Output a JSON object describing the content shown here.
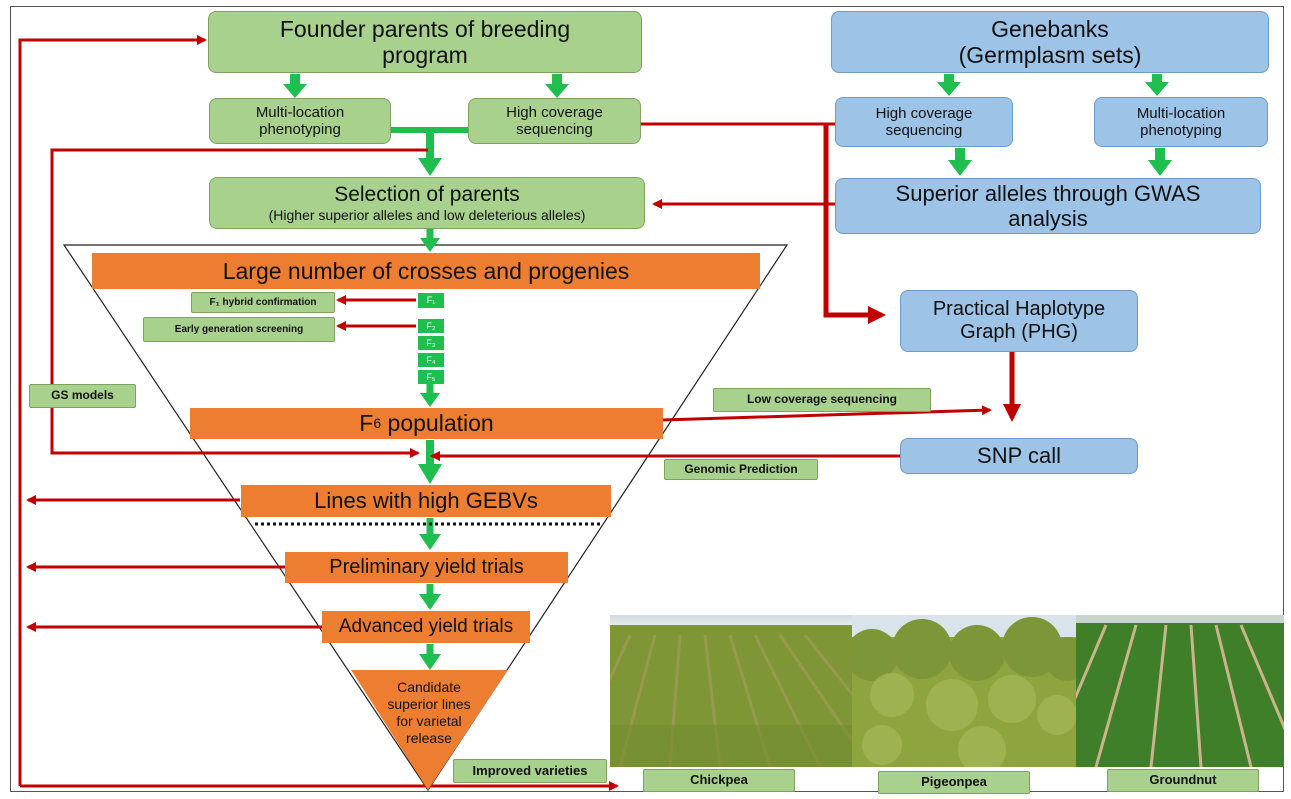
{
  "founder": {
    "line1": "Founder parents of breeding",
    "line2": "program"
  },
  "founder_pheno": {
    "line1": "Multi-location",
    "line2": "phenotyping"
  },
  "founder_seq": {
    "line1": "High coverage",
    "line2": "sequencing"
  },
  "genebanks": {
    "line1": "Genebanks",
    "line2": "(Germplasm sets)"
  },
  "gene_seq": {
    "line1": "High coverage",
    "line2": "sequencing"
  },
  "gene_pheno": {
    "line1": "Multi-location",
    "line2": "phenotyping"
  },
  "selection": {
    "title": "Selection of parents",
    "subtitle": "(Higher superior alleles and low deleterious alleles)"
  },
  "gwas": {
    "line1": "Superior alleles through GWAS",
    "line2": "analysis"
  },
  "crosses": "Large number of crosses and progenies",
  "f1_confirm": "F₁ hybrid confirmation",
  "early_screen": "Early generation screening",
  "generations": [
    "F₁",
    "F₂",
    "F₃",
    "F₄",
    "F₅"
  ],
  "phg": {
    "line1": "Practical Haplotype",
    "line2": "Graph (PHG)"
  },
  "gs_models": "GS models",
  "low_cov": "Low coverage sequencing",
  "f6_pop": {
    "prefix": "F",
    "sub": "6",
    "suffix": " population"
  },
  "snp": "SNP call",
  "genomic_pred": "Genomic Prediction",
  "gebv": "Lines with high GEBVs",
  "pyt": "Preliminary yield trials",
  "ayt": "Advanced yield trials",
  "candidate": [
    "Candidate",
    "superior lines",
    "for varietal",
    "release"
  ],
  "improved": "Improved varieties",
  "crops": [
    "Chickpea",
    "Pigeonpea",
    "Groundnut"
  ],
  "colors": {
    "green_box": "#a9d18e",
    "blue_box": "#9dc3e6",
    "orange": "#ed7d31",
    "green_arrow": "#1fbf4f",
    "red_arrow": "#c00000"
  }
}
